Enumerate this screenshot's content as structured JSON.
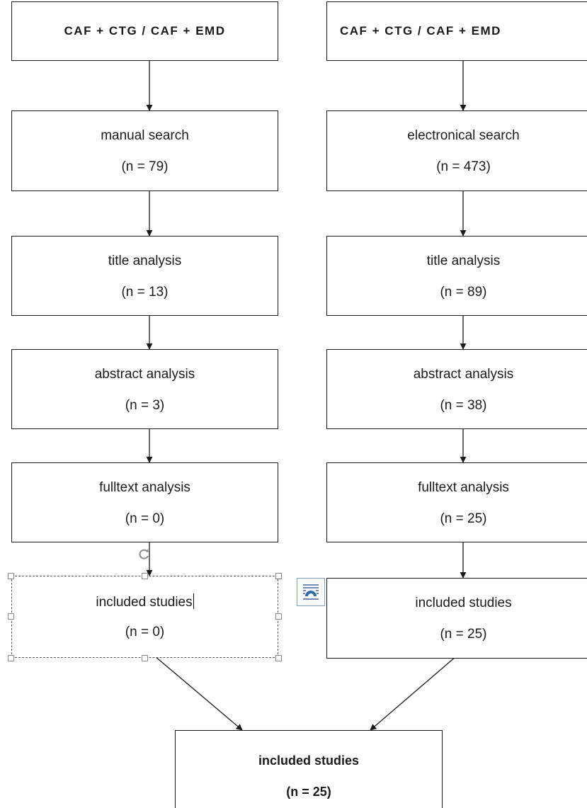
{
  "left_column": {
    "header": "CAF + CTG / CAF + EMD",
    "search": {
      "label": "manual search",
      "count": "(n = 79)"
    },
    "title_analysis": {
      "label": "title analysis",
      "count": "(n = 13)"
    },
    "abstract_analysis": {
      "label": "abstract analysis",
      "count": "(n = 3)"
    },
    "fulltext_analysis": {
      "label": "fulltext analysis",
      "count": "(n = 0)"
    },
    "included": {
      "label": "included studies",
      "count": "(n = 0)"
    }
  },
  "right_column": {
    "header": "CAF + CTG / CAF + EMD",
    "search": {
      "label": "electronical search",
      "count": "(n = 473)"
    },
    "title_analysis": {
      "label": "title analysis",
      "count": "(n = 89)"
    },
    "abstract_analysis": {
      "label": "abstract analysis",
      "count": "(n = 38)"
    },
    "fulltext_analysis": {
      "label": "fulltext analysis",
      "count": "(n = 25)"
    },
    "included": {
      "label": "included studies",
      "count": "(n = 25)"
    }
  },
  "final": {
    "label": "included studies",
    "count": "(n = 25)"
  },
  "editor": {
    "selected_box": "left_column.included",
    "icons": [
      "rotate-handle-icon",
      "layout-options-icon"
    ],
    "colors": {
      "handle_border": "#8a8a8a",
      "layout_icon_accent": "#2b6cb0"
    }
  }
}
